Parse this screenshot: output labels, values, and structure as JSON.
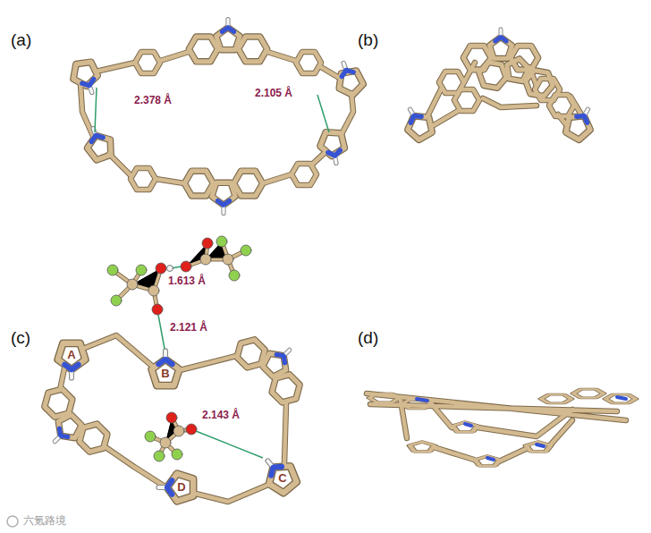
{
  "diagram": {
    "labels": [
      "(a)",
      "2.378 Å",
      "2.105 Å",
      "(b)",
      "1.613 Å",
      "2.121 Å",
      "(c)",
      "A",
      "B",
      "2.143 Å",
      "(d)",
      "C",
      "D",
      "六氪路境"
    ]
  }
}
